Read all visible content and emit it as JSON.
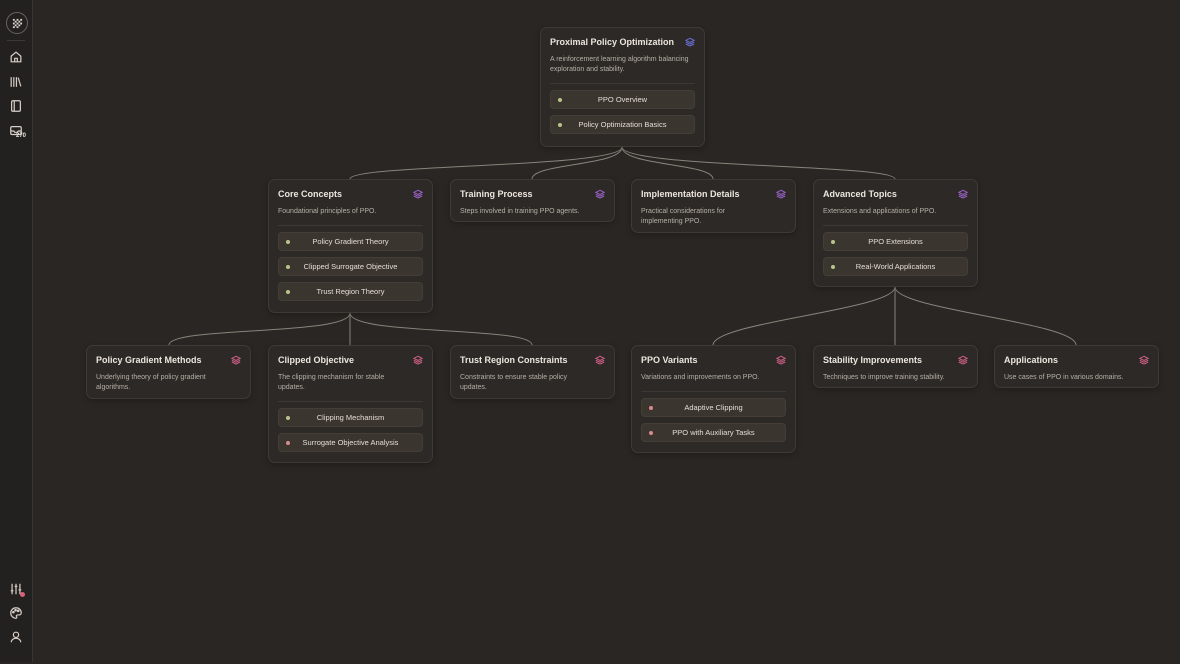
{
  "colors": {
    "background": "#2a2623",
    "node_background": "#2d2926",
    "item_background": "#3b352f",
    "connector": "#8a837b",
    "icon_blue": "#6b6fd6",
    "icon_purple": "#9a62c9",
    "icon_pink": "#cf5f87",
    "dot_green": "#b7c58a",
    "dot_pink": "#d98a8e"
  },
  "sidebar": {
    "logo_icon": "logo-icon",
    "nav": [
      {
        "icon": "home-icon"
      },
      {
        "icon": "library-icon"
      },
      {
        "icon": "notebook-icon"
      },
      {
        "icon": "inbox-icon",
        "badge": "270"
      }
    ],
    "bottom": [
      {
        "icon": "sliders-icon"
      },
      {
        "icon": "palette-icon"
      },
      {
        "icon": "user-icon"
      }
    ]
  },
  "mindmap": {
    "root": {
      "title": "Proximal Policy Optimization",
      "description": "A reinforcement learning algorithm balancing exploration and stability.",
      "icon_color": "blue",
      "items": [
        {
          "label": "PPO Overview",
          "dot": "green"
        },
        {
          "label": "Policy Optimization Basics",
          "dot": "green"
        }
      ]
    },
    "level1": [
      {
        "title": "Core Concepts",
        "description": "Foundational principles of PPO.",
        "icon_color": "purple",
        "items": [
          {
            "label": "Policy Gradient Theory",
            "dot": "green"
          },
          {
            "label": "Clipped Surrogate Objective",
            "dot": "green"
          },
          {
            "label": "Trust Region Theory",
            "dot": "green"
          }
        ]
      },
      {
        "title": "Training Process",
        "description": "Steps involved in training PPO agents.",
        "icon_color": "purple",
        "items": []
      },
      {
        "title": "Implementation Details",
        "description": "Practical considerations for implementing PPO.",
        "icon_color": "purple",
        "items": []
      },
      {
        "title": "Advanced Topics",
        "description": "Extensions and applications of PPO.",
        "icon_color": "purple",
        "items": [
          {
            "label": "PPO Extensions",
            "dot": "green"
          },
          {
            "label": "Real-World Applications",
            "dot": "green"
          }
        ]
      }
    ],
    "level2": [
      {
        "title": "Policy Gradient Methods",
        "description": "Underlying theory of policy gradient algorithms.",
        "icon_color": "pink",
        "items": []
      },
      {
        "title": "Clipped Objective",
        "description": "The clipping mechanism for stable updates.",
        "icon_color": "pink",
        "items": [
          {
            "label": "Clipping Mechanism",
            "dot": "green"
          },
          {
            "label": "Surrogate Objective Analysis",
            "dot": "pink"
          }
        ]
      },
      {
        "title": "Trust Region Constraints",
        "description": "Constraints to ensure stable policy updates.",
        "icon_color": "pink",
        "items": []
      },
      {
        "title": "PPO Variants",
        "description": "Variations and improvements on PPO.",
        "icon_color": "pink",
        "items": [
          {
            "label": "Adaptive Clipping",
            "dot": "pink"
          },
          {
            "label": "PPO with Auxiliary Tasks",
            "dot": "pink"
          }
        ]
      },
      {
        "title": "Stability Improvements",
        "description": "Techniques to improve training stability.",
        "icon_color": "pink",
        "items": []
      },
      {
        "title": "Applications",
        "description": "Use cases of PPO in various domains.",
        "icon_color": "pink",
        "items": []
      }
    ]
  }
}
